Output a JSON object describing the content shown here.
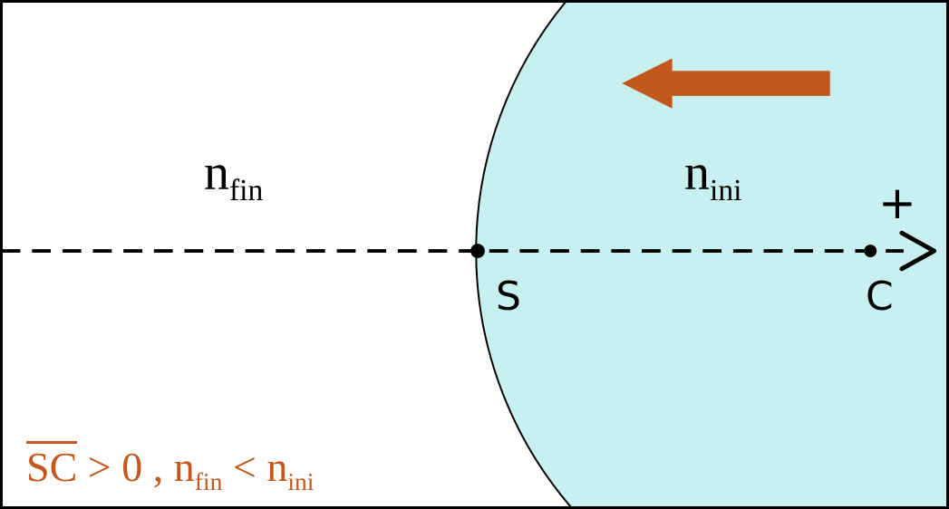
{
  "labels": {
    "medium_left": {
      "base": "n",
      "sub": "fin"
    },
    "medium_right": {
      "base": "n",
      "sub": "ini"
    },
    "vertex": "S",
    "center": "C",
    "plus": "+"
  },
  "caption": {
    "sc": "SC",
    "relation": " > 0 , ",
    "n_fin_base": "n",
    "n_fin_sub": "fin",
    "less_than": " < ",
    "n_ini_base": "n",
    "n_ini_sub": "ini"
  },
  "colors": {
    "medium_fill": "#c9f0f0",
    "arrow": "#c4571b",
    "caption_text": "#c4571b",
    "ink": "#000000",
    "background": "#ffffff"
  }
}
